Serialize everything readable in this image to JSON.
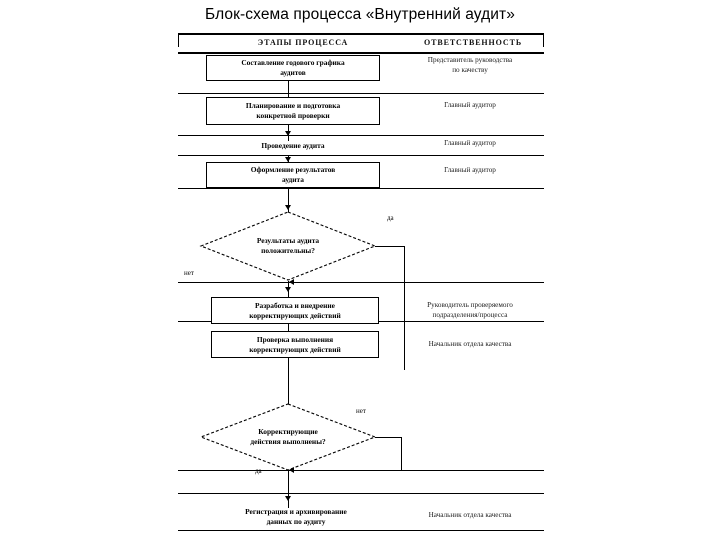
{
  "page": {
    "title": "Блок-схема процесса «Внутренний аудит»"
  },
  "diagram": {
    "type": "flowchart",
    "columns": [
      {
        "id": "stages",
        "header": "ЭТАПЫ ПРОЦЕССА"
      },
      {
        "id": "responsibility",
        "header": "ОТВЕТСТВЕННОСТЬ"
      }
    ],
    "nodes": [
      {
        "id": "n1",
        "shape": "process",
        "text": "Составление годового графика\nаудитов",
        "responsibility": "Представитель руководства\nпо качеству"
      },
      {
        "id": "n2",
        "shape": "process",
        "text": "Планирование и подготовка\nконкретной проверки",
        "responsibility": "Главный аудитор"
      },
      {
        "id": "n3",
        "shape": "process-open",
        "text": "Проведение аудита",
        "responsibility": "Главный аудитор"
      },
      {
        "id": "n4",
        "shape": "process",
        "text": "Оформление результатов\nаудита",
        "responsibility": "Главный аудитор"
      },
      {
        "id": "d1",
        "shape": "decision",
        "text": "Результаты аудита\nположительны?",
        "responsibility": "",
        "branch_yes": "да",
        "branch_no": "нет"
      },
      {
        "id": "n5",
        "shape": "process",
        "text": "Разработка и внедрение\nкорректирующих действий",
        "responsibility": "Руководитель проверяемого\nподразделения/процесса"
      },
      {
        "id": "n6",
        "shape": "process",
        "text": "Проверка выполнения\nкорректирующих действий",
        "responsibility": "Начальник отдела качества"
      },
      {
        "id": "d2",
        "shape": "decision",
        "text": "Корректирующие\nдействия выполнены?",
        "responsibility": "",
        "branch_yes": "да",
        "branch_no": "нет"
      },
      {
        "id": "n7",
        "shape": "process-open",
        "text": "Регистрация и архивирование\nданных по аудиту",
        "responsibility": "Начальник отдела качества"
      }
    ]
  },
  "colors": {
    "line": "#000000",
    "text": "#000000",
    "background": "#ffffff"
  }
}
